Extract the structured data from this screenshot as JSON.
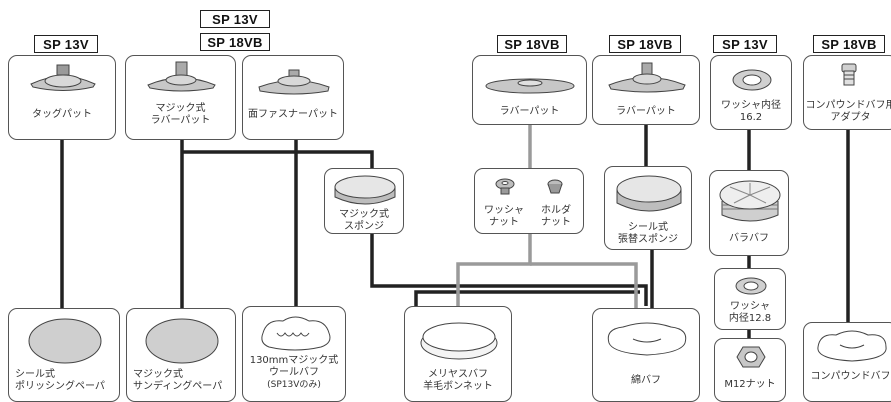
{
  "tags": {
    "t1": "SP 13V",
    "t2": "SP 13V",
    "t3": "SP 18VB",
    "t4": "SP 18VB",
    "t5": "SP 18VB",
    "t6": "SP 13V",
    "t7": "SP 18VB"
  },
  "items": {
    "tag_pad": [
      "タッグパット"
    ],
    "magic_rubber_pad": [
      "マジック式",
      "ラバーパット"
    ],
    "fastener_pad": [
      "面ファスナーパット"
    ],
    "rubber_pad_a": [
      "ラバーパット"
    ],
    "rubber_pad_b": [
      "ラバーパット"
    ],
    "washer_16": [
      "ワッシャ内径",
      "16.2"
    ],
    "compound_adapter": [
      "コンパウンドバフ用",
      "アダプタ"
    ],
    "magic_sponge": [
      "マジック式",
      "スポンジ"
    ],
    "washer_nut": [
      "ワッシャ",
      "ナット"
    ],
    "holder_nut": [
      "ホルダ",
      "ナット"
    ],
    "seal_sponge": [
      "シール式",
      "張替スポンジ"
    ],
    "bara_buff": [
      "バラバフ"
    ],
    "washer_12": [
      "ワッシャ",
      "内径12.8"
    ],
    "m12_nut": [
      "M12ナット"
    ],
    "seal_polishing_paper": [
      "シール式",
      "ポリッシングペーパ"
    ],
    "magic_sanding_paper": [
      "マジック式",
      "サンディングペーパ"
    ],
    "wool_buff": [
      "130mmマジック式",
      "ウールバフ",
      "(SP13Vのみ)"
    ],
    "meriyasu_buff": [
      "メリヤスバフ",
      "羊毛ボンネット"
    ],
    "cotton_buff": [
      "綿バフ"
    ],
    "compound_buff": [
      "コンパウンドバフ"
    ]
  },
  "colors": {
    "line_dark": "#222222",
    "line_gray": "#9a9a9a",
    "border": "#555555",
    "part_fill": "#bdbdbd"
  }
}
